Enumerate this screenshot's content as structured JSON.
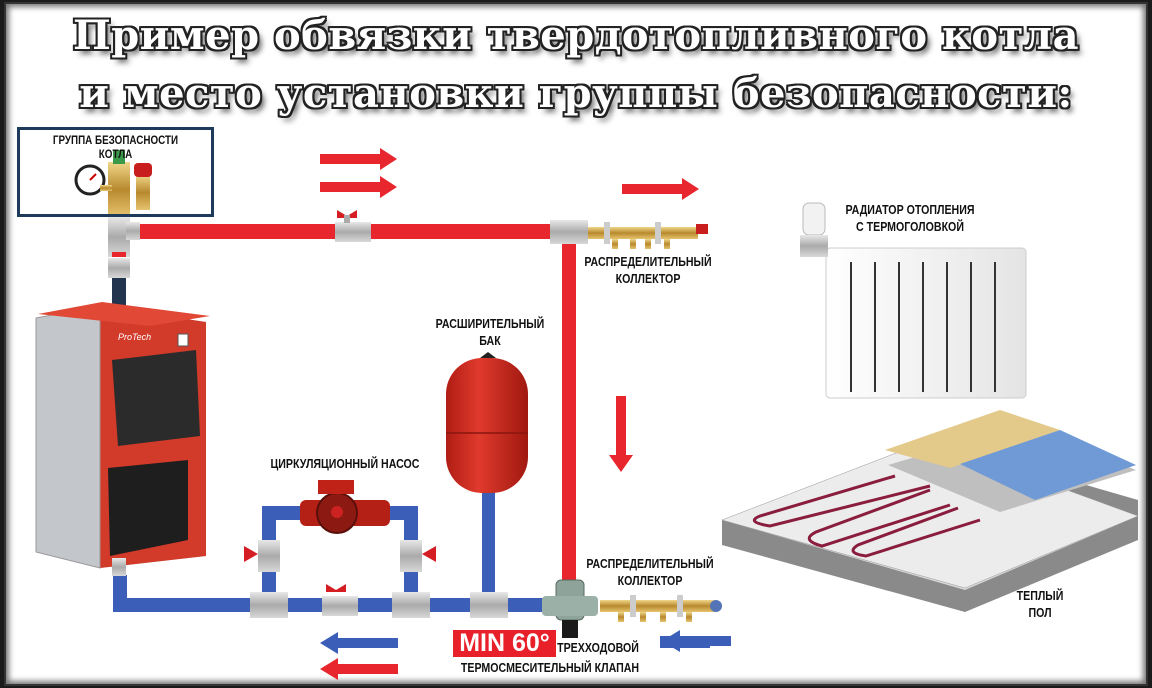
{
  "title": {
    "line1": "Пример обвязки твердотопливного котла",
    "line2": "и место установки группы безопасности:"
  },
  "labels": {
    "safety_group": "ГРУППА БЕЗОПАСНОСТИ КОТЛА",
    "top_manifold_line1": "РАСПРЕДЕЛИТЕЛЬНЫЙ",
    "top_manifold_line2": "КОЛЛЕКТОР",
    "radiator_line1": "РАДИАТОР ОТОПЛЕНИЯ",
    "radiator_line2": "С ТЕРМОГОЛОВКОЙ",
    "expansion_tank_line1": "РАСШИРИТЕЛЬНЫЙ",
    "expansion_tank_line2": "БАК",
    "pump": "ЦИРКУЛЯЦИОННЫЙ НАСОС",
    "bottom_manifold_line1": "РАСПРЕДЕЛИТЕЛЬНЫЙ",
    "bottom_manifold_line2": "КОЛЛЕКТОР",
    "min_temp": "MIN 60°",
    "valve_line1": "ТРЕХХОДОВОЙ",
    "valve_line2": "ТЕРМОСМЕСИТЕЛЬНЫЙ КЛАПАН",
    "floor_line1": "ТЕПЛЫЙ",
    "floor_line2": "ПОЛ",
    "boiler_brand": "ProTech"
  },
  "colors": {
    "supply": "#e8262e",
    "return": "#3b5fb8",
    "frame_border": "#1f3b5c",
    "brass": "#c9a24a",
    "tank": "#d62a20"
  }
}
